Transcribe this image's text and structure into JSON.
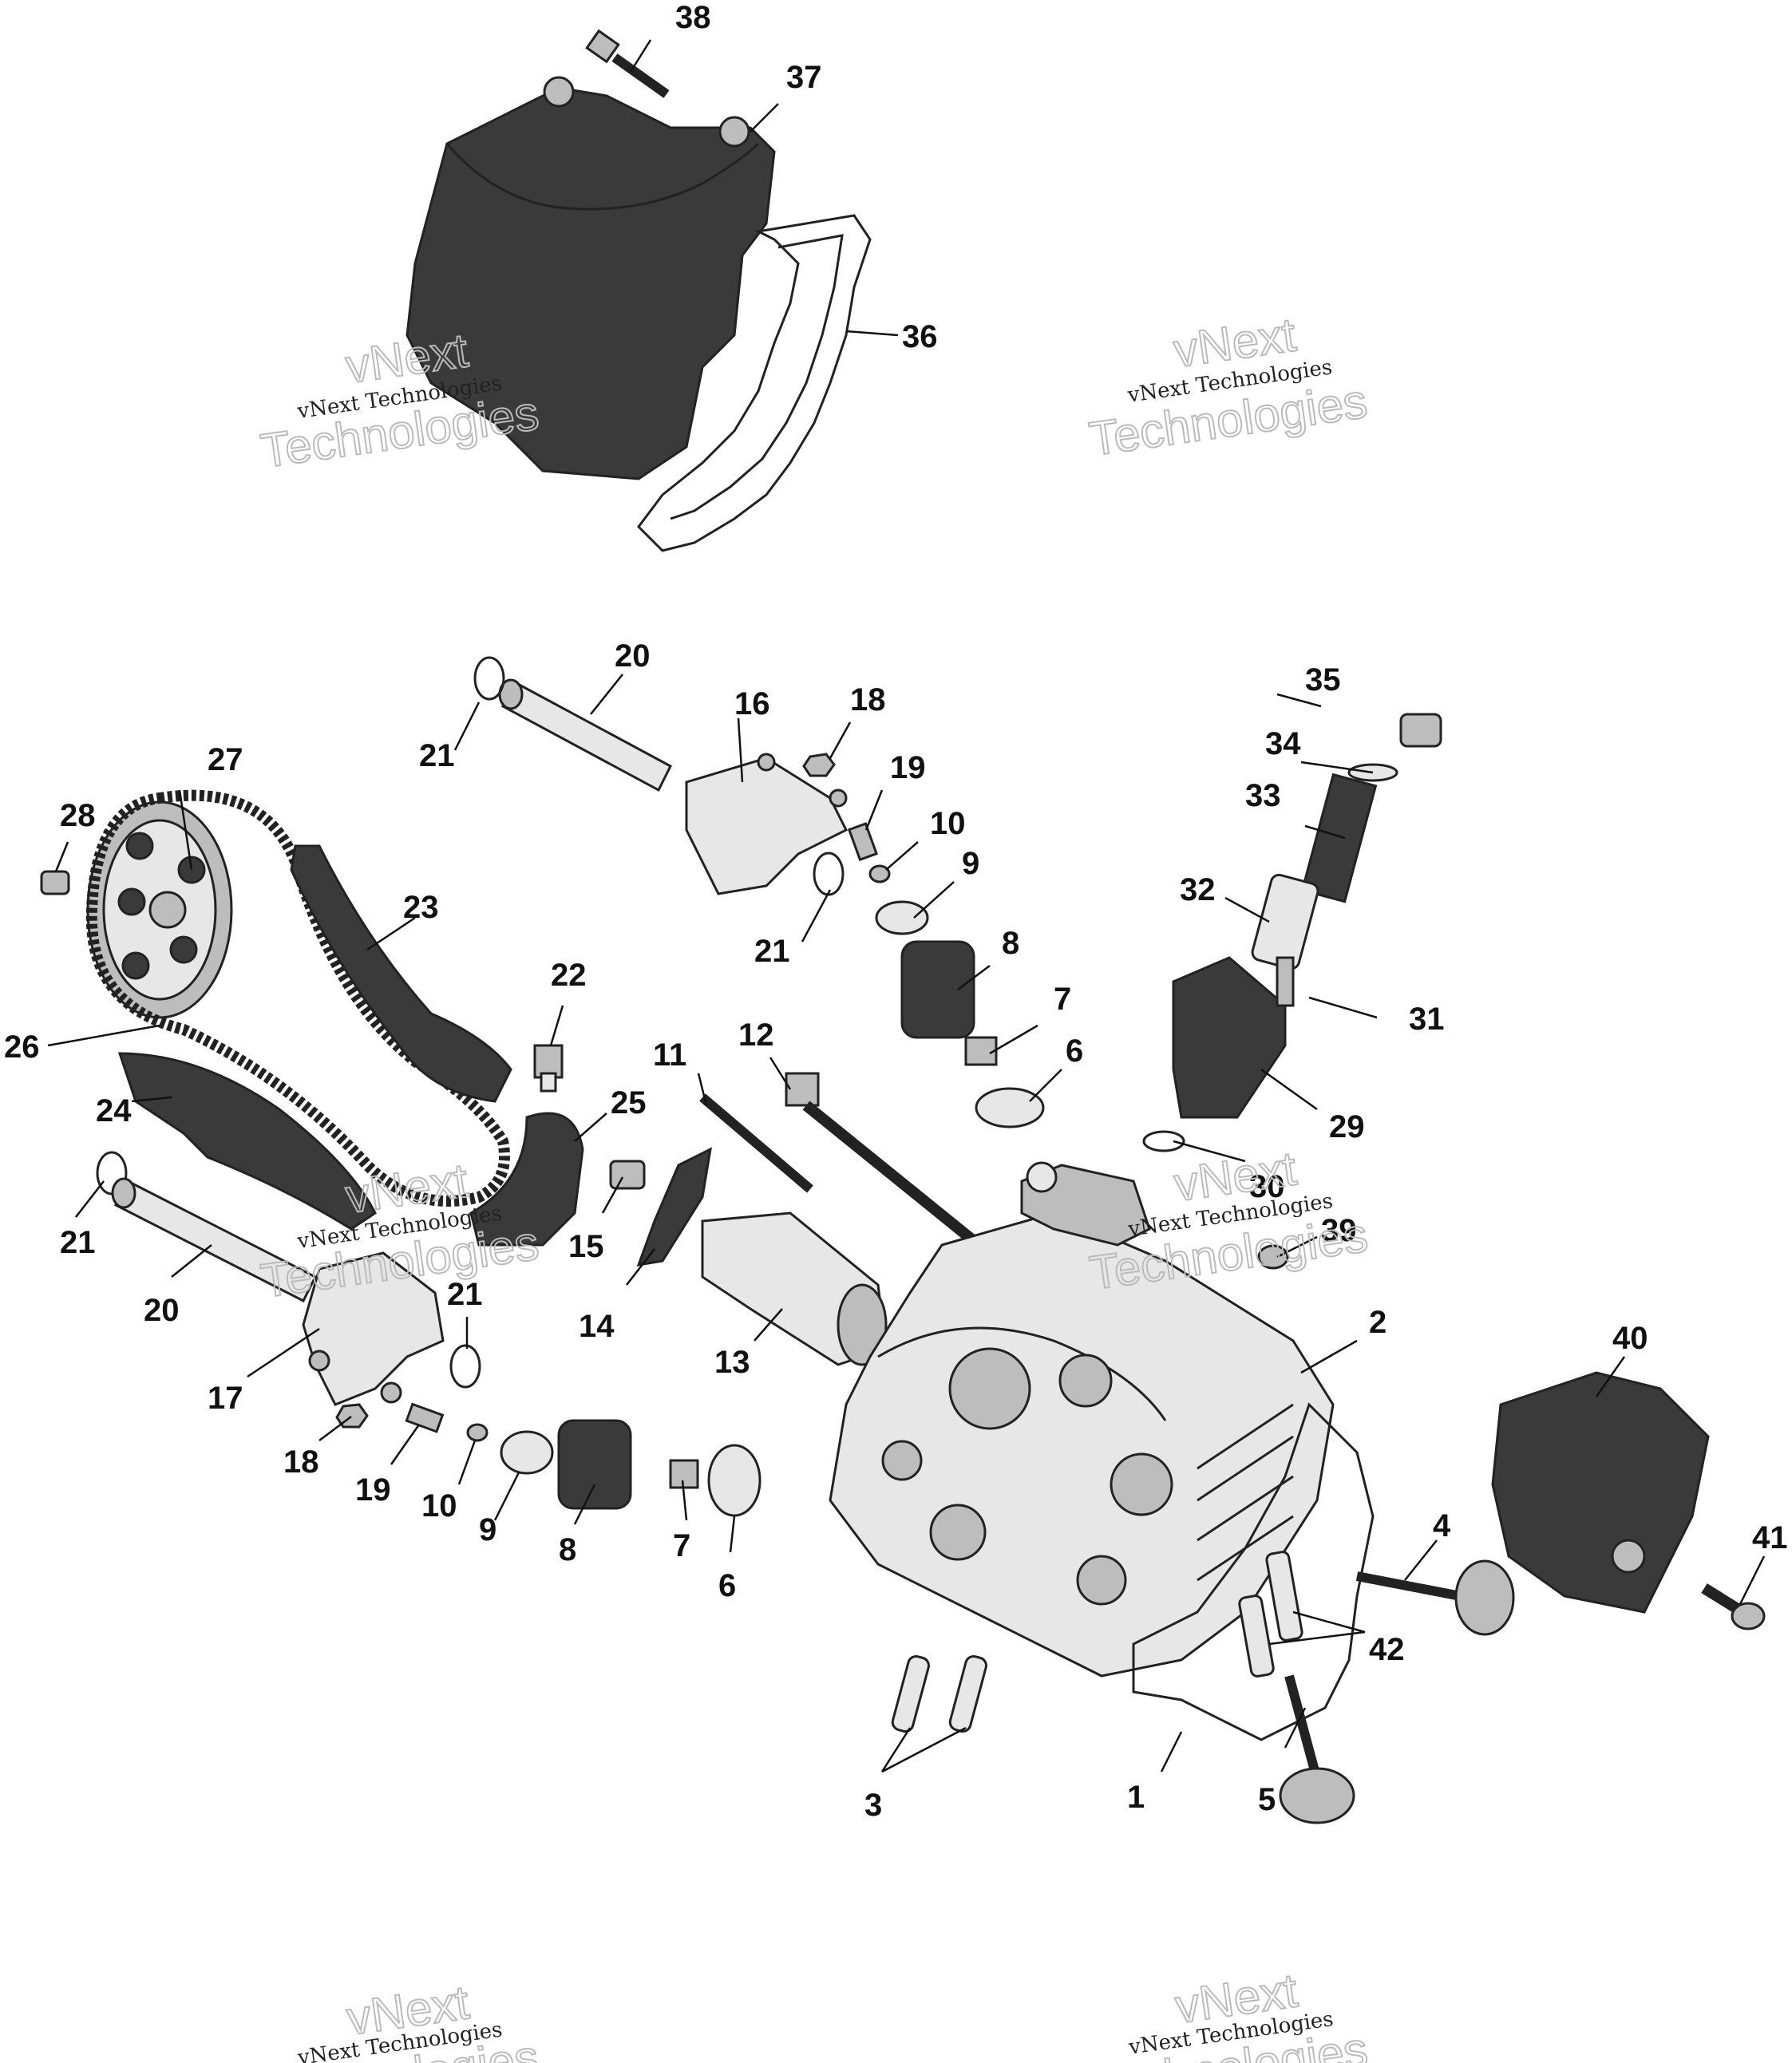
{
  "watermark": {
    "small_text": "vNext Technologies",
    "big_line1": "vNext",
    "big_line2": "Technologies"
  },
  "callouts": [
    "1",
    "2",
    "3",
    "4",
    "5",
    "6",
    "6",
    "7",
    "7",
    "8",
    "8",
    "9",
    "9",
    "10",
    "10",
    "11",
    "12",
    "13",
    "14",
    "15",
    "16",
    "17",
    "18",
    "18",
    "19",
    "19",
    "20",
    "20",
    "21",
    "21",
    "21",
    "21",
    "22",
    "23",
    "24",
    "25",
    "26",
    "27",
    "28",
    "29",
    "30",
    "31",
    "32",
    "33",
    "34",
    "35",
    "36",
    "37",
    "38",
    "39",
    "40",
    "41",
    "42"
  ]
}
